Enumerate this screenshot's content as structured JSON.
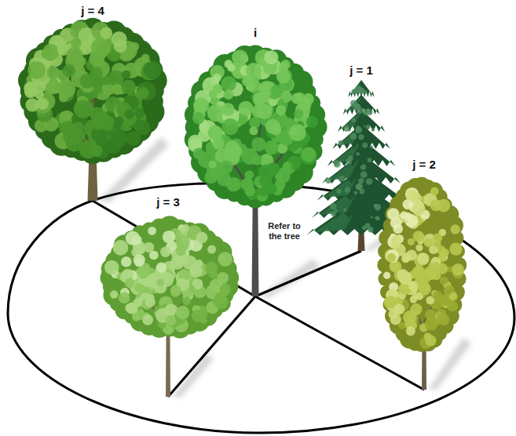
{
  "diagram": {
    "nodes": [
      {
        "text": [
          "j = 4"
        ]
      },
      {
        "text": [
          "i",
          "Refer to the tree"
        ]
      },
      {
        "text": [
          "j = 1"
        ]
      },
      {
        "text": [
          "j = 2"
        ]
      },
      {
        "text": [
          "j = 3"
        ]
      }
    ],
    "edges": [
      {
        "from": 1,
        "to": 2,
        "arrow": "none"
      },
      {
        "from": 1,
        "to": 3,
        "arrow": "none"
      },
      {
        "from": 1,
        "to": 4,
        "arrow": "none"
      },
      {
        "from": 1,
        "to": 0,
        "arrow": "none"
      }
    ]
  }
}
